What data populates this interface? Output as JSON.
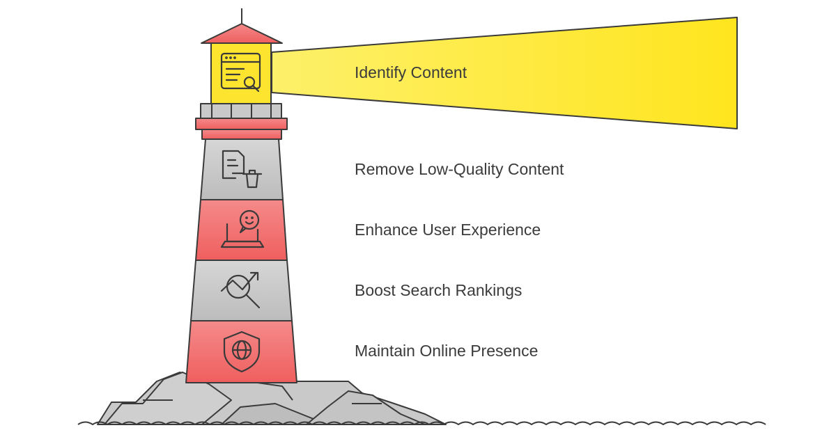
{
  "steps": [
    {
      "label": "Identify Content",
      "icon": "content-search-icon"
    },
    {
      "label": "Remove Low-Quality Content",
      "icon": "document-delete-icon"
    },
    {
      "label": "Enhance User Experience",
      "icon": "laptop-chat-icon"
    },
    {
      "label": "Boost Search Rankings",
      "icon": "trend-search-icon"
    },
    {
      "label": "Maintain Online Presence",
      "icon": "globe-shield-icon"
    }
  ],
  "colors": {
    "beam": "#fde93a",
    "lamp": "#fde52f",
    "red_band": "#f26d6d",
    "gray_band": "#c8c8c8",
    "outline": "#3a3a3a",
    "text": "#3b3b3b"
  }
}
